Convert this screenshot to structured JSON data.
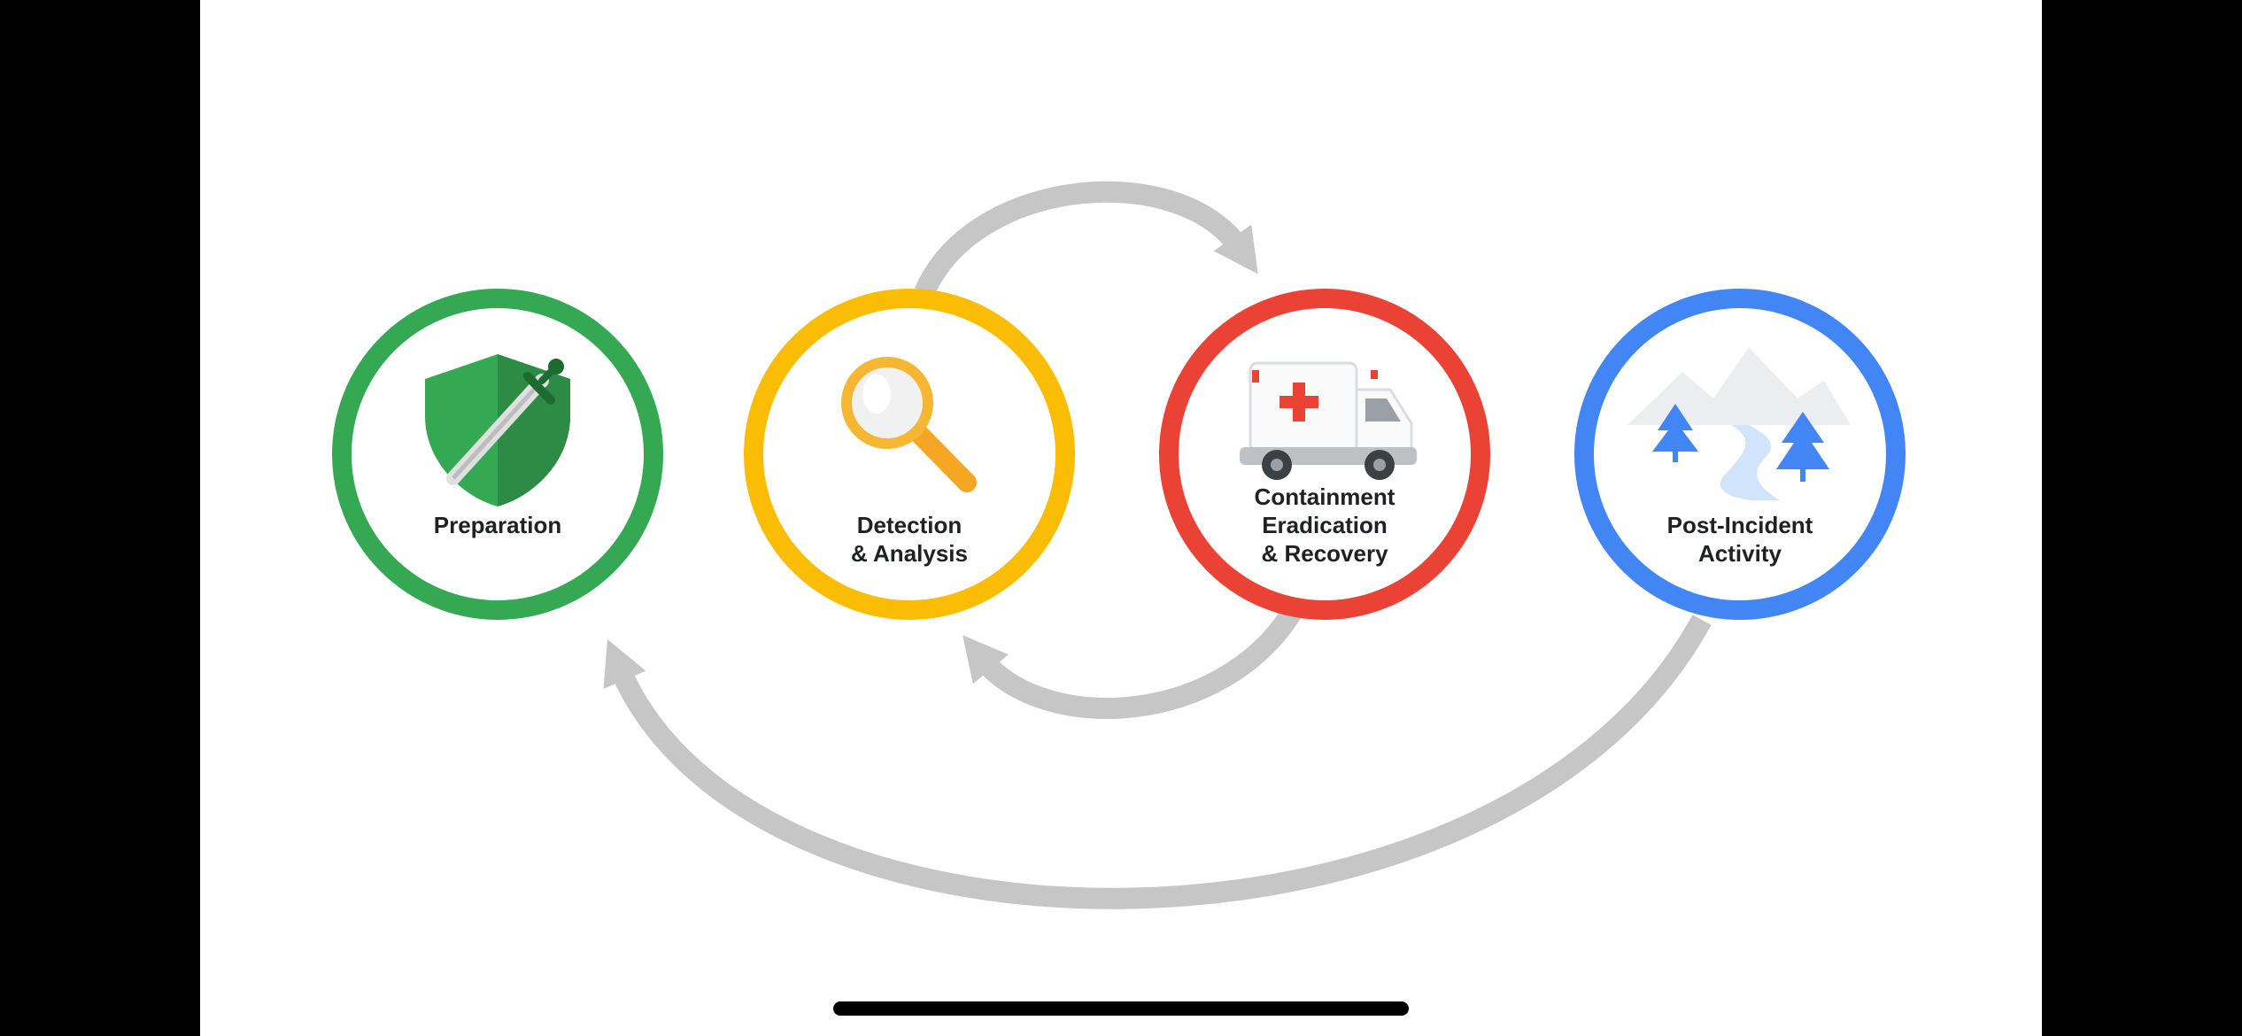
{
  "colors": {
    "preparation": "#34A853",
    "detection": "#FBBC04",
    "containment": "#EA4335",
    "post_incident": "#4285F4",
    "arrow": "#C6C6C6"
  },
  "nodes": [
    {
      "id": "preparation",
      "label_lines": [
        "Preparation"
      ],
      "icon": "shield-sword-icon"
    },
    {
      "id": "detection",
      "label_lines": [
        "Detection",
        "& Analysis"
      ],
      "icon": "magnifying-glass-icon"
    },
    {
      "id": "containment",
      "label_lines": [
        "Containment",
        "Eradication",
        "& Recovery"
      ],
      "icon": "ambulance-icon"
    },
    {
      "id": "post_incident",
      "label_lines": [
        "Post-Incident",
        "Activity"
      ],
      "icon": "mountain-landscape-icon"
    }
  ],
  "edges": [
    {
      "from": "detection",
      "to": "containment"
    },
    {
      "from": "containment",
      "to": "detection"
    },
    {
      "from": "post_incident",
      "to": "preparation"
    }
  ]
}
